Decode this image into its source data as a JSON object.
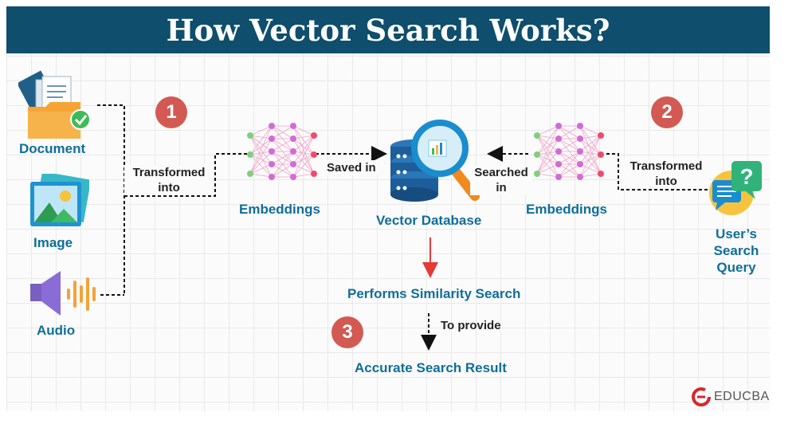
{
  "title": "How Vector Search Works?",
  "inputs": {
    "document": "Document",
    "image": "Image",
    "audio": "Audio"
  },
  "steps": {
    "one": "1",
    "two": "2",
    "three": "3"
  },
  "edges": {
    "transformed_left": [
      "Transformed",
      "into"
    ],
    "saved_in": "Saved in",
    "searched_in": [
      "Searched",
      "in"
    ],
    "transformed_right": [
      "Transformed",
      "into"
    ],
    "to_provide": "To provide"
  },
  "nodes": {
    "embeddings_left": "Embeddings",
    "vector_database": "Vector Database",
    "embeddings_right": "Embeddings",
    "user_query": [
      "User’s",
      "Search",
      "Query"
    ],
    "similarity": "Performs Similarity Search",
    "result": "Accurate Search Result"
  },
  "brand": {
    "name": "EDUCBA"
  },
  "colors": {
    "header": "#0f4e6c",
    "label_blue": "#0f6e9a",
    "step_badge": "#d25a53",
    "arrow_red": "#e53935"
  }
}
